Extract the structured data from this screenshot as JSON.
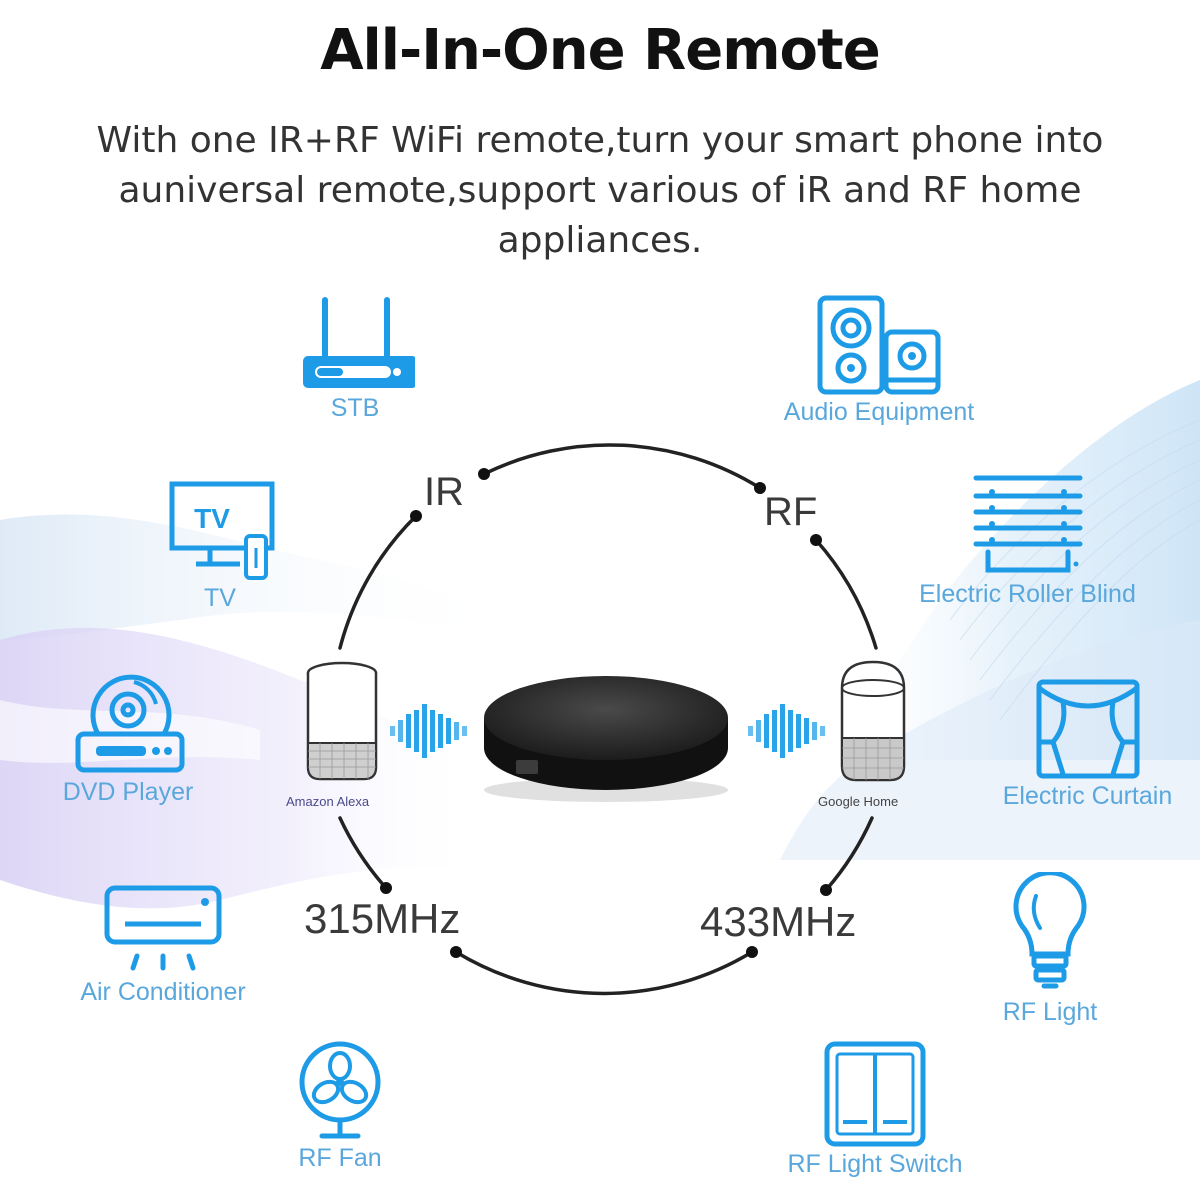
{
  "header": {
    "title": "All-In-One Remote",
    "subtitle_lines": [
      "With one IR+RF WiFi remote,turn your smart phone into",
      "auniversal remote,support various of iR and RF home",
      "appliances."
    ]
  },
  "colors": {
    "icon_blue": "#1d9be6",
    "label_blue": "#5aa7dc",
    "circle_line": "#222222",
    "hub_black": "#1a1a1a",
    "wave_lavender": "#d9d2f5",
    "wave_light_blue": "#d6e9f8"
  },
  "hub": {
    "name": "IR+RF WiFi remote hub",
    "protocols": {
      "top_left": "IR",
      "top_right": "RF",
      "bottom_left": "315MHz",
      "bottom_right": "433MHz"
    },
    "voice_assistants": {
      "left": "Amazon Alexa",
      "right": "Google Home"
    }
  },
  "appliances": {
    "ir": [
      {
        "label": "STB",
        "icon": "router-stb-icon"
      },
      {
        "label": "TV",
        "icon": "tv-icon"
      },
      {
        "label": "DVD Player",
        "icon": "dvd-player-icon"
      },
      {
        "label": "Air Conditioner",
        "icon": "air-conditioner-icon"
      },
      {
        "label": "RF Fan",
        "icon": "fan-icon"
      }
    ],
    "rf": [
      {
        "label": "Audio Equipment",
        "icon": "speaker-icon"
      },
      {
        "label": "Electric Roller Blind",
        "icon": "roller-blind-icon"
      },
      {
        "label": "Electric Curtain",
        "icon": "curtain-icon"
      },
      {
        "label": "RF Light",
        "icon": "light-bulb-icon"
      },
      {
        "label": "RF Light Switch",
        "icon": "light-switch-icon"
      }
    ]
  }
}
